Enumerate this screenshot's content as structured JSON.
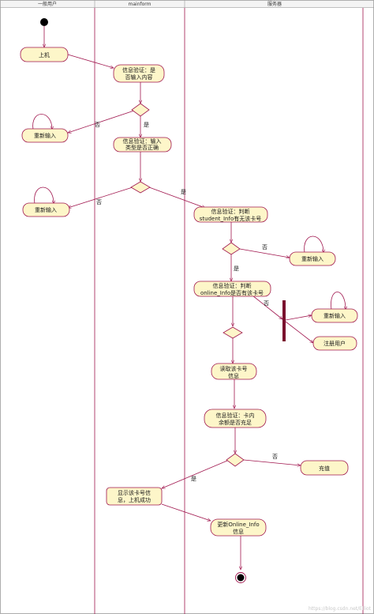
{
  "lanes": [
    {
      "name": "一般用户"
    },
    {
      "name": "mainform"
    },
    {
      "name": "服务器"
    }
  ],
  "colors": {
    "line": "#a0164e",
    "node_fill": "#fdf6c9",
    "sync_bar": "#7a0f2e",
    "initial": "#000000"
  },
  "nodes": {
    "login": {
      "label": [
        "上机"
      ]
    },
    "verify_input": {
      "label": [
        "信息验证：是",
        "否输入内容"
      ]
    },
    "reenter_1": {
      "label": [
        "重新输入"
      ]
    },
    "verify_type": {
      "label": [
        "信息验证：输入",
        "类型是否正确"
      ]
    },
    "reenter_2": {
      "label": [
        "重新输入"
      ]
    },
    "verify_student": {
      "label": [
        "信息验证：判断",
        "student_Info有无该卡号"
      ]
    },
    "reenter_3": {
      "label": [
        "重新输入"
      ]
    },
    "verify_online": {
      "label": [
        "信息验证：判断",
        "online_Info是否有该卡号"
      ]
    },
    "reenter_4": {
      "label": [
        "重新输入"
      ]
    },
    "register": {
      "label": [
        "注册用户"
      ]
    },
    "read_card": {
      "label": [
        "读取该卡号",
        "信息"
      ]
    },
    "verify_balance": {
      "label": [
        "信息验证：卡内",
        "余额是否充足"
      ]
    },
    "recharge": {
      "label": [
        "充值"
      ]
    },
    "show_info": {
      "label": [
        "显示该卡号信",
        "息，上机成功"
      ]
    },
    "update_online": {
      "label": [
        "更新Online_Info",
        "信息"
      ]
    }
  },
  "edge_labels": {
    "d1_no": "否",
    "d1_yes": "是",
    "d2_no": "否",
    "d2_yes": "是",
    "d3_no": "否",
    "d3_yes": "是",
    "online_no": "否",
    "d5_no": "否",
    "d5_yes": "是"
  },
  "watermark": "https://blog.csdn.net/Elliot"
}
